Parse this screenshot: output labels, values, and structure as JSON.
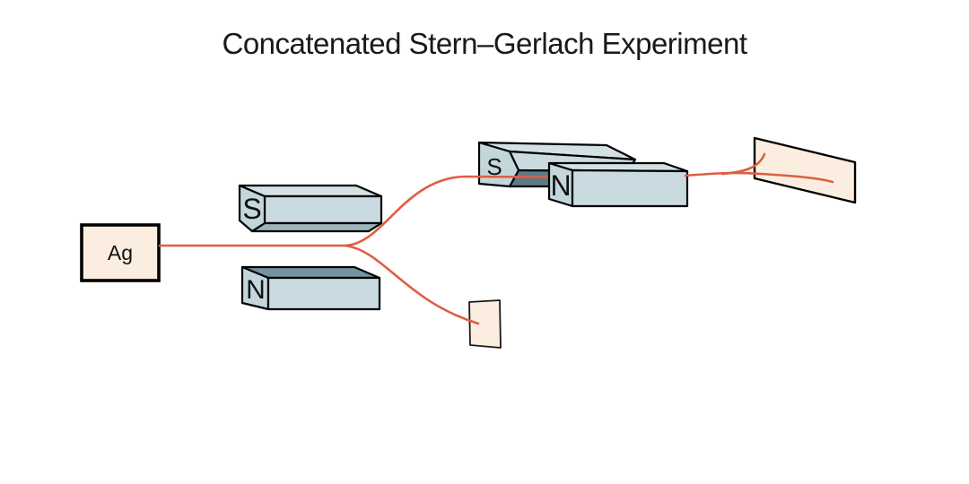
{
  "title": "Concatenated Stern–Gerlach Experiment",
  "source": {
    "label": "Ag"
  },
  "apparatus_1": {
    "top_pole_label": "S",
    "bottom_pole_label": "N"
  },
  "apparatus_2": {
    "top_pole_label": "S",
    "bottom_pole_label": "N"
  },
  "colors": {
    "background": "#ffffff",
    "beam": "#dd5f43",
    "outline": "#000000",
    "magnet_face": "#c9dae0",
    "magnet_face_side": "#c2d6db",
    "magnet_top_light": "#d3e1e5",
    "magnet_top_dark": "#76929e",
    "magnet_shadow_mid": "#9db4bc",
    "magnet_shadow_dark": "#5d7a86",
    "screen_fill": "#fbeee0",
    "text": "#111111"
  }
}
